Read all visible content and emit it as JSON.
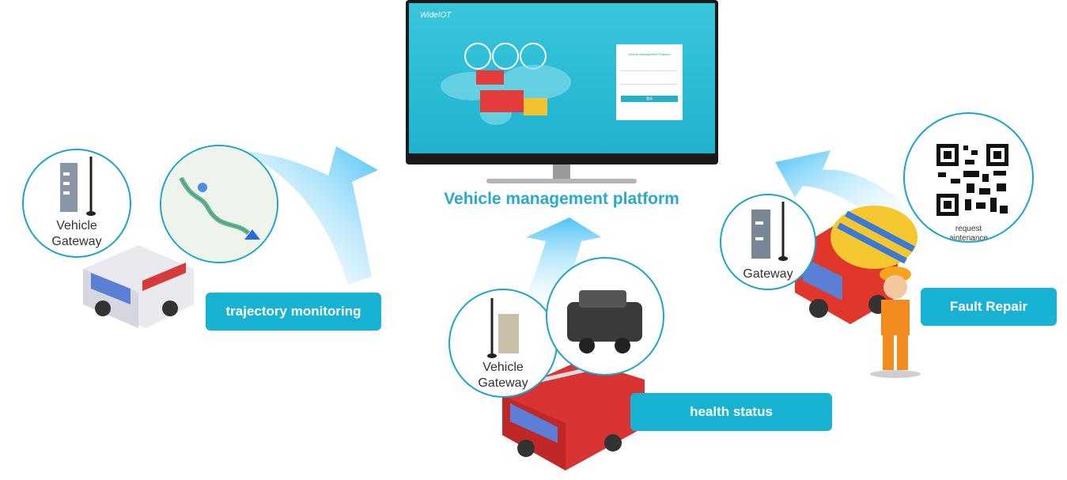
{
  "platform": {
    "title": "Vehicle management platform",
    "screen_brand": "WideIOT",
    "login_heading": "Vehicle Management Platform",
    "login_button": "登录"
  },
  "left": {
    "gateway_label_line1": "Vehicle",
    "gateway_label_line2": "Gateway",
    "pill": "trajectory monitoring"
  },
  "center": {
    "gateway_label_line1": "Vehicle",
    "gateway_label_line2": "Gateway",
    "pill": "health status"
  },
  "right": {
    "gateway_label": "Gateway",
    "qr_caption_line1": "request",
    "qr_caption_line2": "aintenance",
    "pill": "Fault Repair"
  },
  "colors": {
    "accent": "#18b2d2",
    "title_blue": "#29a9cf",
    "arrow_blue": "#4fc3f7"
  }
}
